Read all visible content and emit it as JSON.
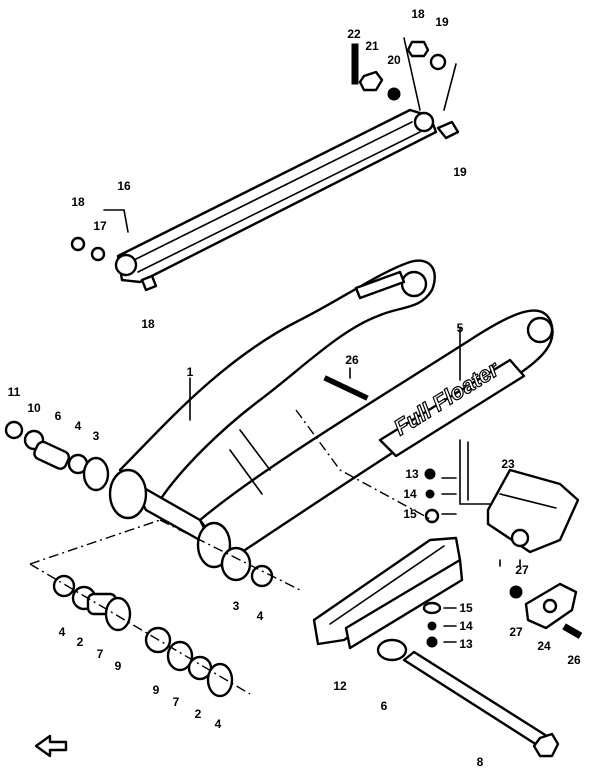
{
  "callouts": {
    "n1": "1",
    "n2a": "2",
    "n2b": "2",
    "n3a": "3",
    "n3b": "3",
    "n4a": "4",
    "n4b": "4",
    "n4c": "4",
    "n4d": "4",
    "n5": "5",
    "n6a": "6",
    "n6b": "6",
    "n7a": "7",
    "n7b": "7",
    "n8": "8",
    "n9a": "9",
    "n9b": "9",
    "n10": "10",
    "n11": "11",
    "n12": "12",
    "n13a": "13",
    "n13b": "13",
    "n14a": "14",
    "n14b": "14",
    "n15a": "15",
    "n15b": "15",
    "n16": "16",
    "n17": "17",
    "n18a": "18",
    "n18b": "18",
    "n18c": "18",
    "n19a": "19",
    "n19b": "19",
    "n20": "20",
    "n21": "21",
    "n22": "22",
    "n23": "23",
    "n24": "24",
    "n26a": "26",
    "n26b": "26",
    "n27a": "27",
    "n27b": "27"
  },
  "swingarm_brand": "Full Floater",
  "front_arrow": "⇐"
}
